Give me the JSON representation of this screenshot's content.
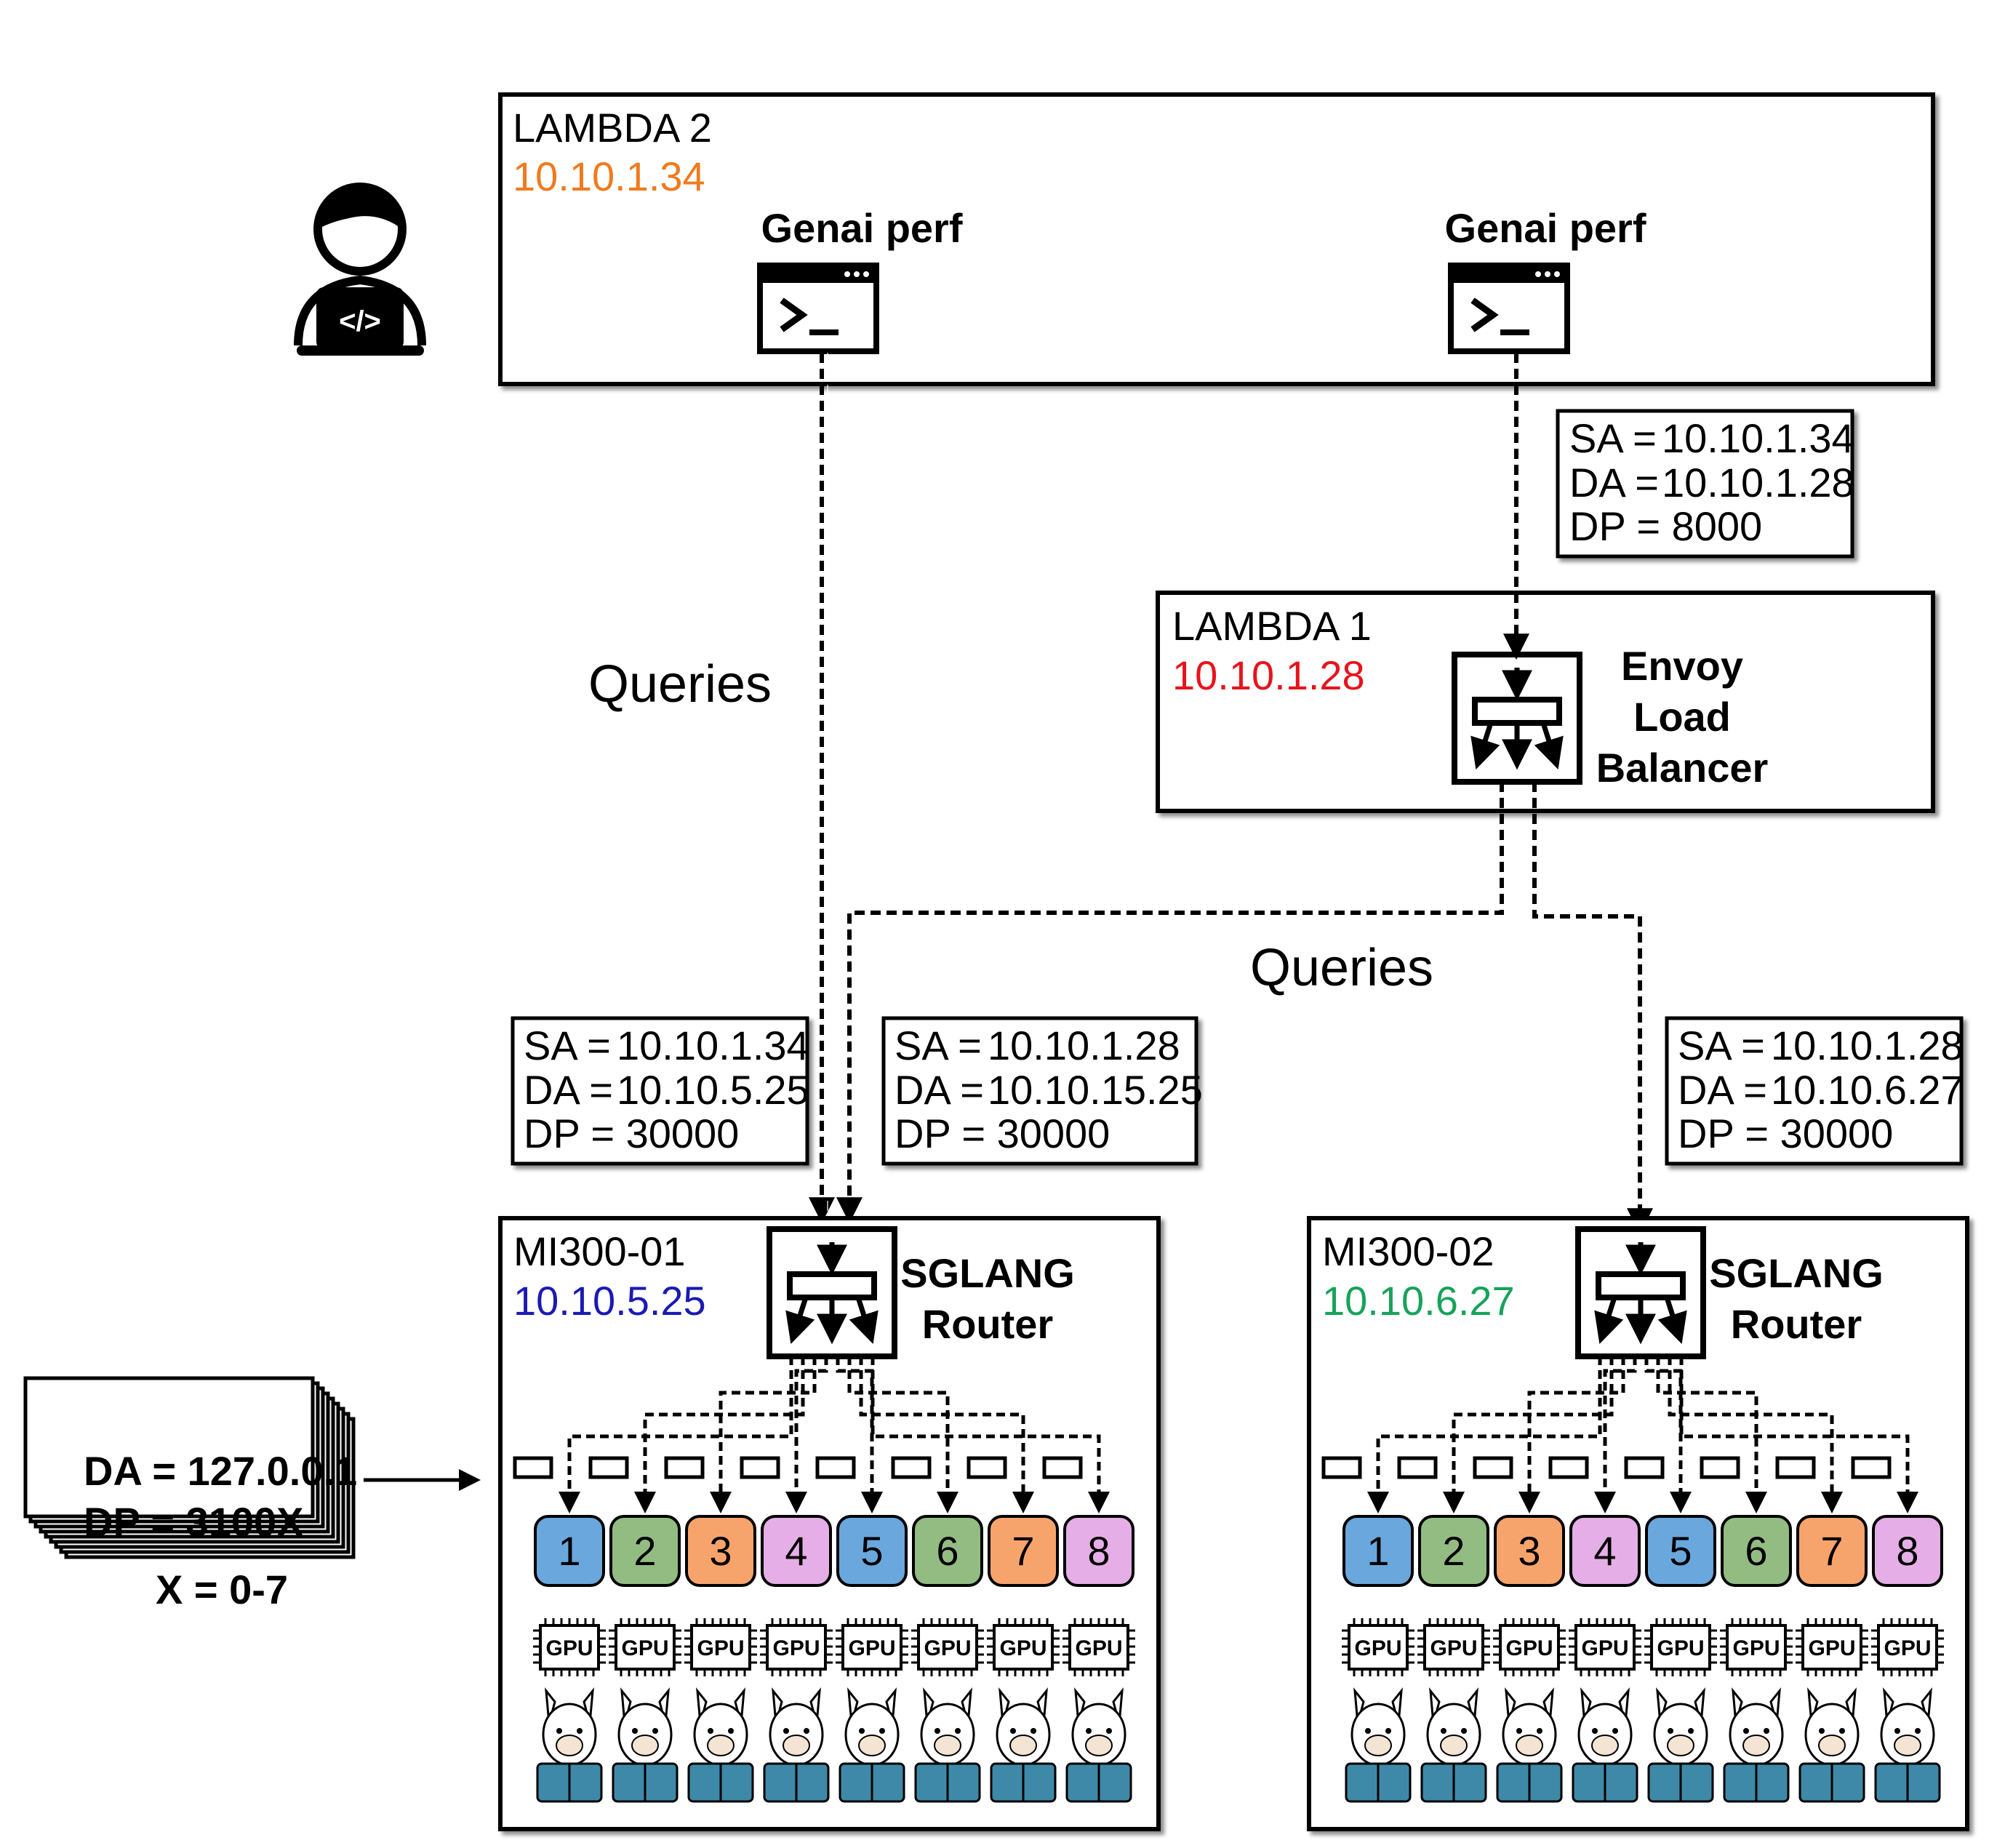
{
  "colors": {
    "orange": "#f07a1e",
    "red": "#e8131b",
    "blue": "#1a1ab4",
    "green": "#16a35a",
    "slot_colors": [
      "#6aa7dc",
      "#93bc82",
      "#f7a46c",
      "#e6aee6",
      "#6aa7dc",
      "#93bc82",
      "#f7a46c",
      "#e6aee6"
    ]
  },
  "lambda2": {
    "title": "LAMBDA 2",
    "ip": "10.10.1.34",
    "tool_left": "Genai perf",
    "tool_right": "Genai perf",
    "terminal_icon": "terminal-icon"
  },
  "user_icon": "developer-laptop-icon",
  "lambda1": {
    "title": "LAMBDA 1",
    "ip": "10.10.1.28",
    "lb_line1": "Envoy",
    "lb_line2": "Load",
    "lb_line3": "Balancer",
    "lb_icon": "load-balancer-icon"
  },
  "queries_left": "Queries",
  "queries_right": "Queries",
  "pkt_top": {
    "sa_label": "SA  =",
    "sa": "10.10.1.34",
    "da_label": "DA =",
    "da": "10.10.1.28",
    "dp_label": "DP = 8000"
  },
  "pkt_a": {
    "sa_label": "SA  =",
    "sa": "10.10.1.34",
    "da_label": "DA =",
    "da": "10.10.5.25",
    "dp_label": "DP = 30000"
  },
  "pkt_b": {
    "sa_label": "SA  =",
    "sa": "10.10.1.28",
    "da_label": "DA =",
    "da": "10.10.15.25",
    "dp_label": "DP = 30000"
  },
  "pkt_c": {
    "sa_label": "SA  =",
    "sa": "10.10.1.28",
    "da_label": "DA =",
    "da": "10.10.6.27",
    "dp_label": "DP = 30000"
  },
  "mi1": {
    "title": "MI300-01",
    "ip": "10.10.5.25",
    "router_line1": "SGLANG",
    "router_line2": "Router"
  },
  "mi2": {
    "title": "MI300-02",
    "ip": "10.10.6.27",
    "router_line1": "SGLANG",
    "router_line2": "Router"
  },
  "slots": [
    "1",
    "2",
    "3",
    "4",
    "5",
    "6",
    "7",
    "8"
  ],
  "gpu_label": "GPU",
  "llama_icon": "llama-reading-icon",
  "stack": {
    "da": "DA = 127.0.0.1",
    "dp": "DP = 3100X",
    "x": "X = 0-7"
  }
}
